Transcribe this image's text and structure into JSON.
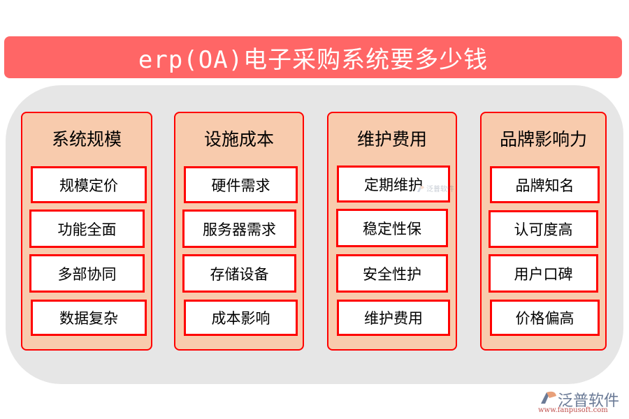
{
  "title": "erp(OA)电子采购系统要多少钱",
  "colors": {
    "title_bar": "#FF6666",
    "panel": "#E6E6E6",
    "column_fill": "#F8CBAD",
    "border": "#FF0000",
    "item_fill": "#FFFFFF"
  },
  "columns": [
    {
      "title": "系统规模",
      "items": [
        "规模定价",
        "功能全面",
        "多部协同",
        "数据复杂"
      ]
    },
    {
      "title": "设施成本",
      "items": [
        "硬件需求",
        "服务器需求",
        "存储设备",
        "成本影响"
      ]
    },
    {
      "title": "维护费用",
      "items": [
        "定期维护",
        "稳定性保",
        "安全性护",
        "维护费用"
      ]
    },
    {
      "title": "品牌影响力",
      "items": [
        "品牌知名",
        "认可度高",
        "用户口碑",
        "价格偏高"
      ]
    }
  ],
  "watermark": {
    "text": "泛普软件"
  },
  "logo": {
    "name": "泛普软件",
    "url": "www.fanpusoft.com"
  }
}
